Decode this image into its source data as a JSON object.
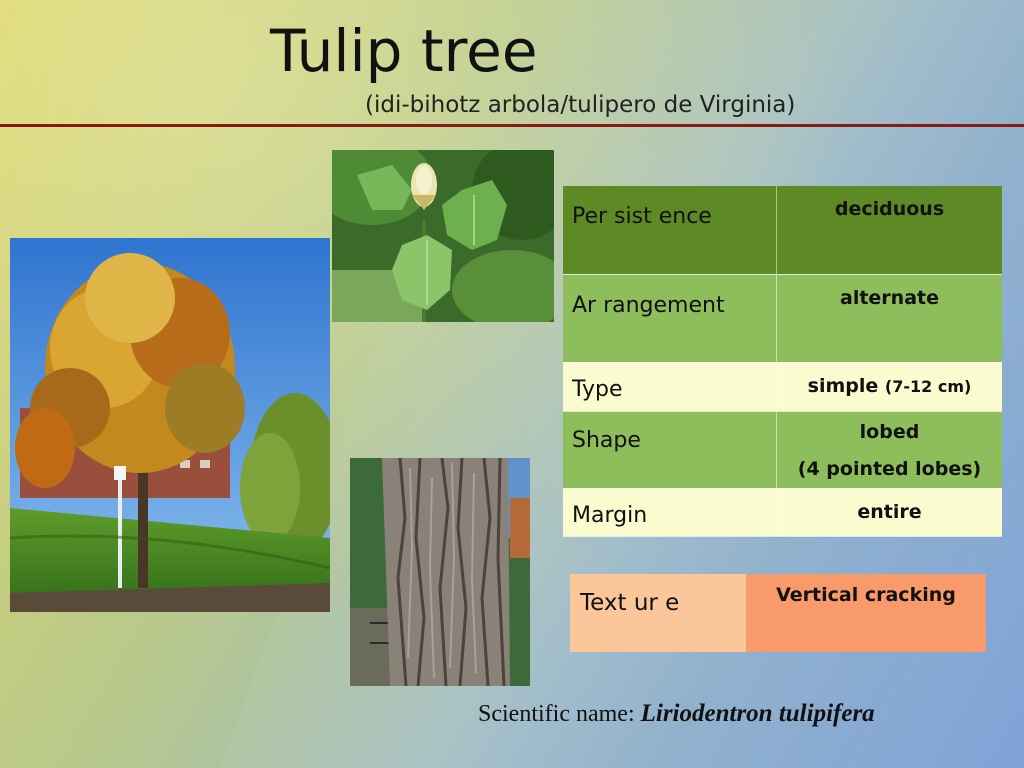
{
  "slide": {
    "title": "Tulip tree",
    "subtitle": "(idi-bihotz arbola/tulipero de Virginia)"
  },
  "images": {
    "tree": "tree-photo",
    "flower": "flower-leaf-photo",
    "bark": "bark-photo"
  },
  "properties": [
    {
      "label": "Persistence",
      "display_label": "Per sist ence",
      "value": "deciduous",
      "color": "#5e8a26"
    },
    {
      "label": "Arrangement",
      "display_label": "Ar rangement",
      "value": "alternate",
      "color": "#8ebd5c"
    },
    {
      "label": "Type",
      "display_label": "Type",
      "value": "simple",
      "note": "(7-12 cm)",
      "color": "#fbfbd0"
    },
    {
      "label": "Shape",
      "display_label": "Shape",
      "value": "lobed",
      "note": "(4 pointed lobes)",
      "color": "#8ebd5c"
    },
    {
      "label": "Margin",
      "display_label": "Margin",
      "value": "entire",
      "color": "#fbfbd0"
    }
  ],
  "bark": {
    "label": "Texture",
    "display_label": "Text ur e",
    "value": "Vertical cracking",
    "label_color": "#fbc79a",
    "value_color": "#f89a6a"
  },
  "scientific": {
    "label": "Scientific name:",
    "name": "Liriodentron tulipifera"
  },
  "colors": {
    "rule": "#8a1a16"
  }
}
